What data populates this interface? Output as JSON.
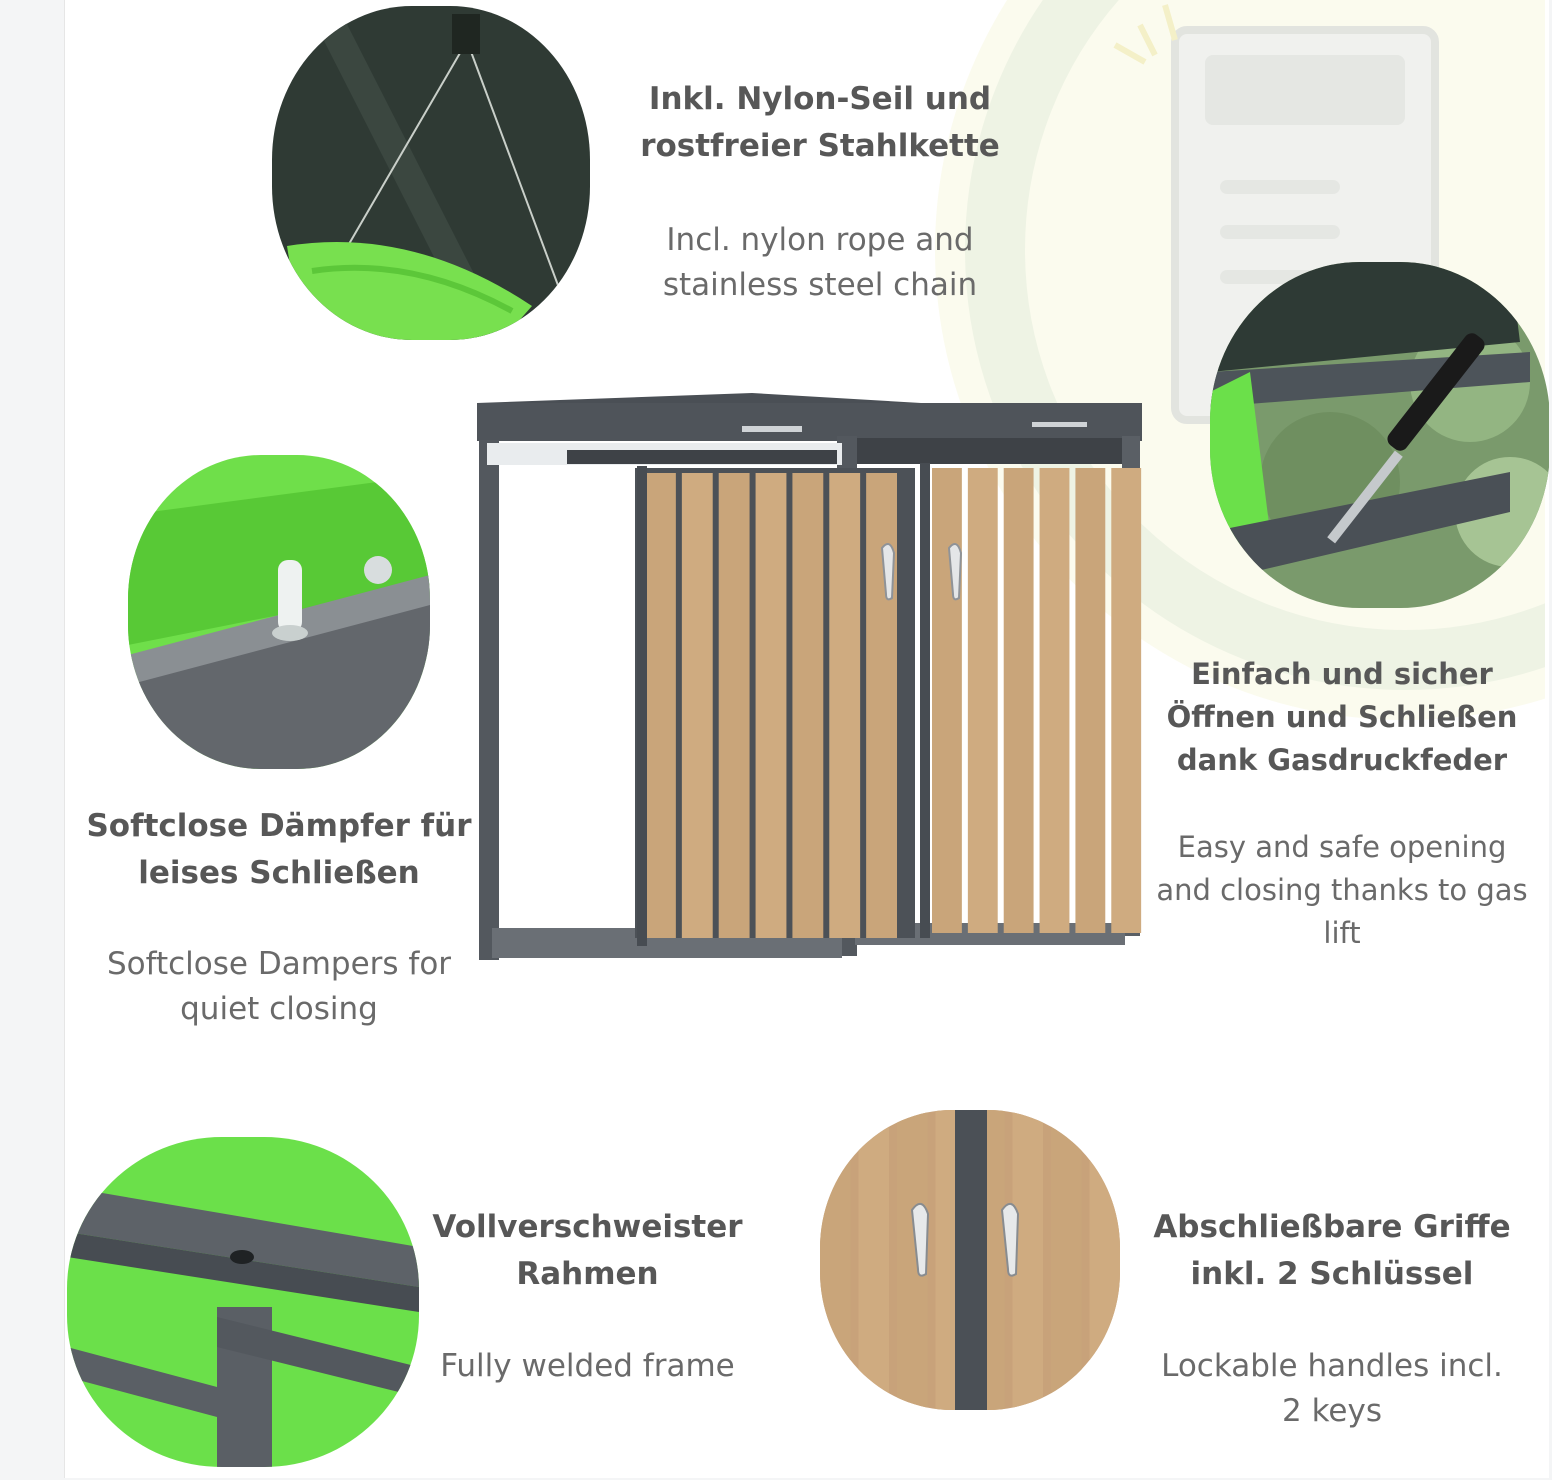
{
  "features": {
    "rope": {
      "title_lines": [
        "Inkl. Nylon-Seil und",
        "rostfreier Stahlkette"
      ],
      "subtitle_lines": [
        "Incl. nylon rope and",
        "stainless steel chain"
      ],
      "icon": "rope-chain-detail"
    },
    "softclose": {
      "title_lines": [
        "Softclose Dämpfer für",
        "leises Schließen"
      ],
      "subtitle_lines": [
        "Softclose Dampers for",
        "quiet closing"
      ],
      "icon": "damper-detail"
    },
    "gaslift": {
      "title_lines": [
        "Einfach und sicher",
        "Öffnen und Schließen",
        "dank Gasdruckfeder"
      ],
      "subtitle_lines": [
        "Easy and safe opening",
        "and closing thanks to gas",
        "lift"
      ],
      "icon": "gas-spring-detail"
    },
    "frame": {
      "title_lines": [
        "Vollverschweister",
        "Rahmen"
      ],
      "subtitle_lines": [
        "Fully welded frame"
      ],
      "icon": "welded-frame-detail"
    },
    "handles": {
      "title_lines": [
        "Abschließbare Griffe",
        "inkl. 2 Schlüssel"
      ],
      "subtitle_lines": [
        "Lockable handles incl.",
        "2 keys"
      ],
      "icon": "lockable-handle-detail"
    }
  },
  "product": {
    "name": "double-bin-shelter",
    "colors": {
      "frame": "#4d5157",
      "wood": "#c9a57a",
      "bin_green": "#6be04a",
      "text": "#575757"
    }
  }
}
